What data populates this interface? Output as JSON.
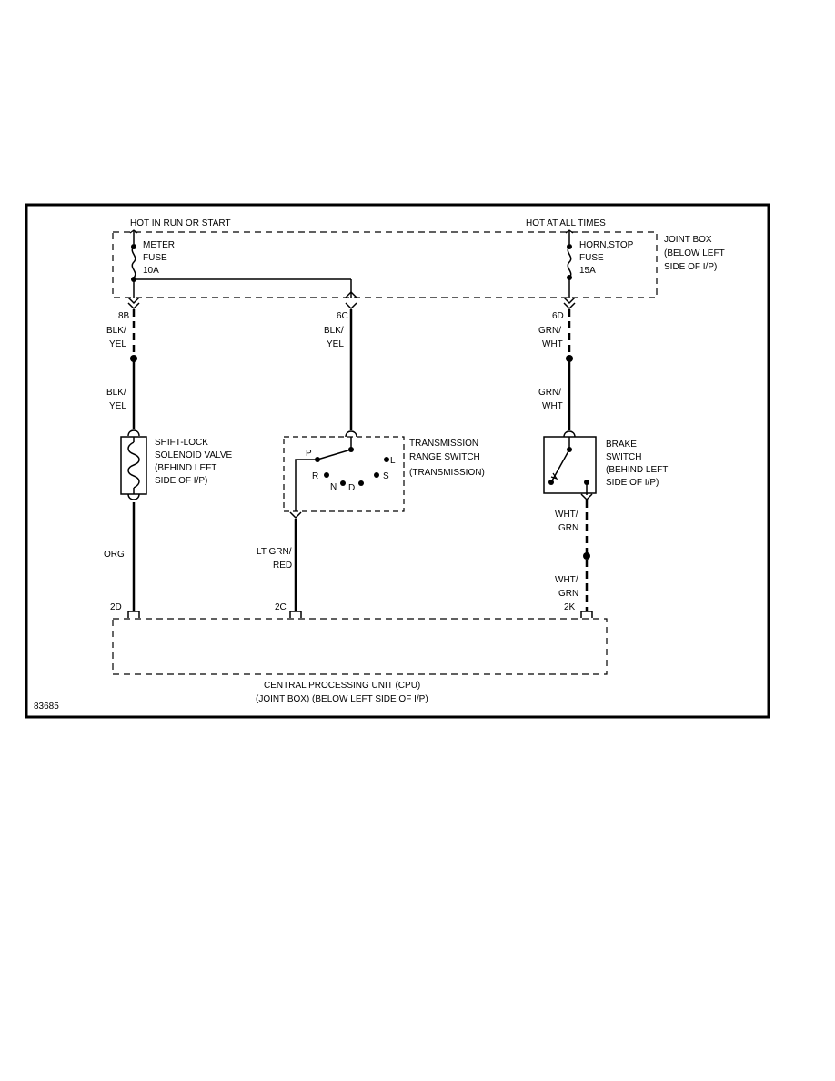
{
  "header": {
    "hot_run_start": "HOT IN RUN OR START",
    "hot_all_times": "HOT AT ALL TIMES"
  },
  "joint_box": {
    "label": [
      "JOINT BOX",
      "(BELOW LEFT",
      "SIDE OF I/P)"
    ]
  },
  "fuses": {
    "meter": [
      "METER",
      "FUSE",
      "10A"
    ],
    "horn_stop": [
      "HORN,STOP",
      "FUSE",
      "15A"
    ]
  },
  "connectors": {
    "c8b": "8B",
    "c6c": "6C",
    "c6d": "6D",
    "c2d": "2D",
    "c2c": "2C",
    "c2k": "2K"
  },
  "wires": {
    "left_upper": [
      "BLK/",
      "YEL"
    ],
    "left_lower": [
      "BLK/",
      "YEL"
    ],
    "middle": [
      "BLK/",
      "YEL"
    ],
    "right_upper": [
      "GRN/",
      "WHT"
    ],
    "right_lower": [
      "GRN/",
      "WHT"
    ],
    "left_bottom": "ORG",
    "middle_bottom": [
      "LT GRN/",
      "RED"
    ],
    "right_bottom_upper": [
      "WHT/",
      "GRN"
    ],
    "right_bottom_lower": [
      "WHT/",
      "GRN"
    ]
  },
  "components": {
    "solenoid": [
      "SHIFT-LOCK",
      "SOLENOID VALVE",
      "(BEHIND LEFT",
      "SIDE OF I/P)"
    ],
    "range_switch": [
      "TRANSMISSION",
      "RANGE SWITCH",
      "(TRANSMISSION)"
    ],
    "range_positions": {
      "p": "P",
      "r": "R",
      "n": "N",
      "d": "D",
      "s": "S",
      "l": "L"
    },
    "brake_switch": [
      "BRAKE",
      "SWITCH",
      "(BEHIND LEFT",
      "SIDE OF I/P)"
    ]
  },
  "cpu": [
    "CENTRAL PROCESSING UNIT (CPU)",
    "(JOINT BOX) (BELOW LEFT SIDE OF I/P)"
  ],
  "figure_id": "83685"
}
